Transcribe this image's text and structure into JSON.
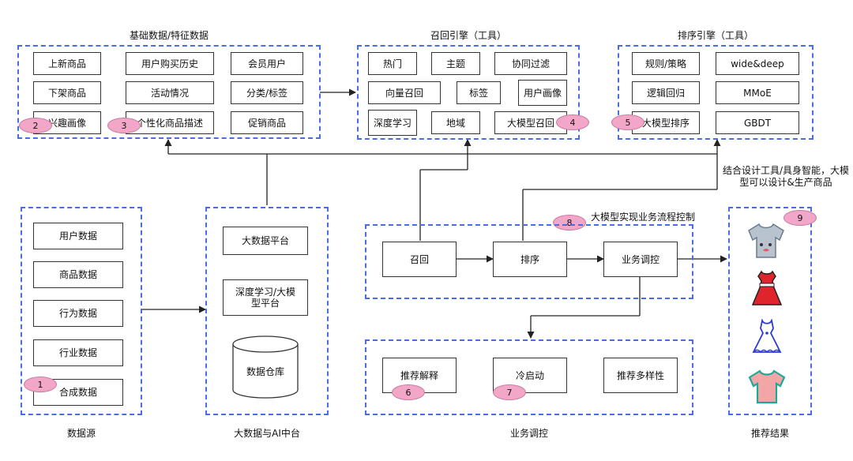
{
  "groups": {
    "basic": {
      "title": "基础数据/特征数据",
      "items": [
        "上新商品",
        "用户购买历史",
        "会员用户",
        "下架商品",
        "活动情况",
        "分类/标签",
        "兴趣画像",
        "个性化商品描述",
        "促销商品"
      ]
    },
    "recall": {
      "title": "召回引擎（工具）",
      "items": [
        "热门",
        "主题",
        "协同过滤",
        "向量召回",
        "标签",
        "用户画像",
        "深度学习",
        "地域",
        "大模型召回"
      ]
    },
    "rank": {
      "title": "排序引擎（工具）",
      "items": [
        "规则/策略",
        "wide&deep",
        "逻辑回归",
        "MMoE",
        "大模型排序",
        "GBDT"
      ]
    },
    "source": {
      "title": "数据源",
      "items": [
        "用户数据",
        "商品数据",
        "行为数据",
        "行业数据",
        "合成数据"
      ]
    },
    "platform": {
      "title": "大数据与AI中台",
      "items": [
        "大数据平台",
        "深度学习/大模型平台",
        "数据仓库"
      ]
    },
    "flow": {
      "title": "大模型实现业务流程控制",
      "items": [
        "召回",
        "排序",
        "业务调控"
      ]
    },
    "control": {
      "title": "业务调控",
      "items": [
        "推荐解释",
        "冷启动",
        "推荐多样性"
      ]
    },
    "result": {
      "title": "推荐结果",
      "note": "结合设计工具/具身智能，大模型可以设计&生产商品"
    }
  },
  "badges": [
    "1",
    "2",
    "3",
    "4",
    "5",
    "6",
    "7",
    "8",
    "9"
  ],
  "colors": {
    "group_border": "#4a6ee0",
    "badge_fill": "#f2a6c8",
    "shirt_gray": "#b9c3cf",
    "dress_red": "#e0242c",
    "dress_blue": "#2d3bd6",
    "shirt_pink": "#f3a6a6",
    "shirt_teal": "#1fa89a"
  },
  "icons": [
    "tshirt-gray-icon",
    "dress-red-icon",
    "dress-blue-icon",
    "tshirt-pink-icon"
  ]
}
